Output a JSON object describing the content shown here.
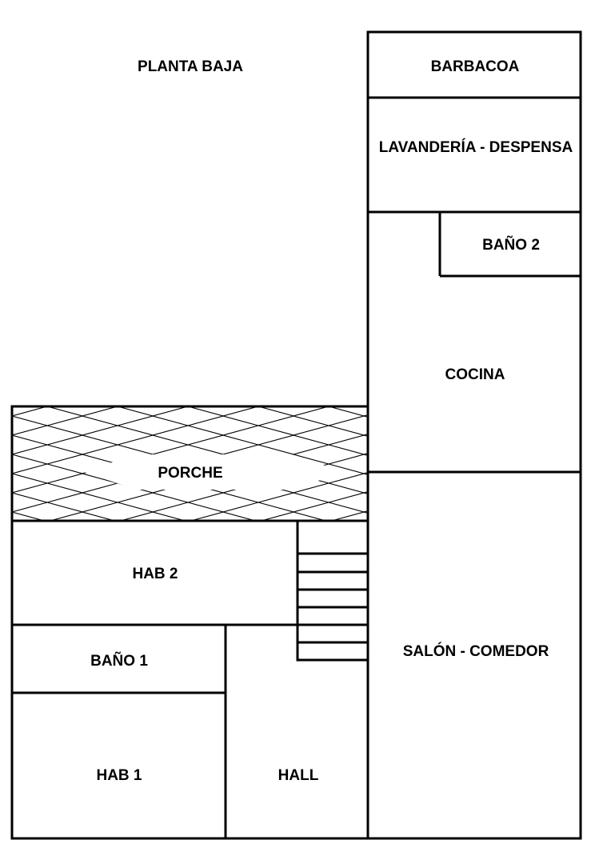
{
  "title": "PLANTA BAJA",
  "rooms": {
    "barbacoa": "BARBACOA",
    "lavanderia": "LAVANDERÍA - DESPENSA",
    "bano2": "BAÑO 2",
    "cocina": "COCINA",
    "porche": "PORCHE",
    "hab2": "HAB 2",
    "bano1": "BAÑO 1",
    "salon": "SALÓN - COMEDOR",
    "hab1": "HAB 1",
    "hall": "HALL"
  },
  "colors": {
    "line": "#000000",
    "background": "#ffffff"
  }
}
